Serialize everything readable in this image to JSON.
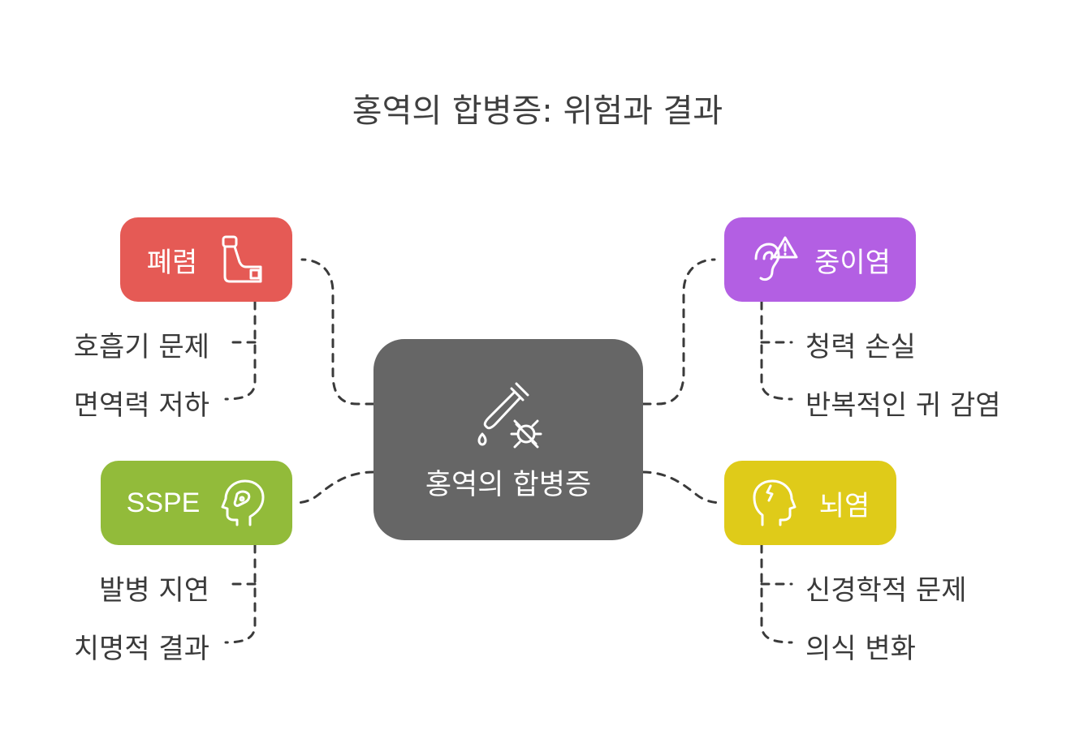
{
  "title": "홍역의 합병증: 위험과 결과",
  "center": {
    "label": "홍역의 합병증",
    "icons": [
      "dropper-icon",
      "virus-icon"
    ]
  },
  "nodes": {
    "pneumonia": {
      "label": "폐렴",
      "icon": "inhaler-icon",
      "color": "#e55a55",
      "items": [
        "호흡기 문제",
        "면역력 저하"
      ]
    },
    "otitis": {
      "label": "중이염",
      "icon": "ear-warning-icon",
      "color": "#b35fe3",
      "items": [
        "청력 손실",
        "반복적인 귀 감염"
      ]
    },
    "sspe": {
      "label": "SSPE",
      "icon": "head-brain-icon",
      "color": "#92bb3a",
      "items": [
        "발병 지연",
        "치명적 결과"
      ]
    },
    "encephalitis": {
      "label": "뇌염",
      "icon": "head-crack-icon",
      "color": "#dfcb19",
      "items": [
        "신경학적 문제",
        "의식 변화"
      ]
    }
  }
}
